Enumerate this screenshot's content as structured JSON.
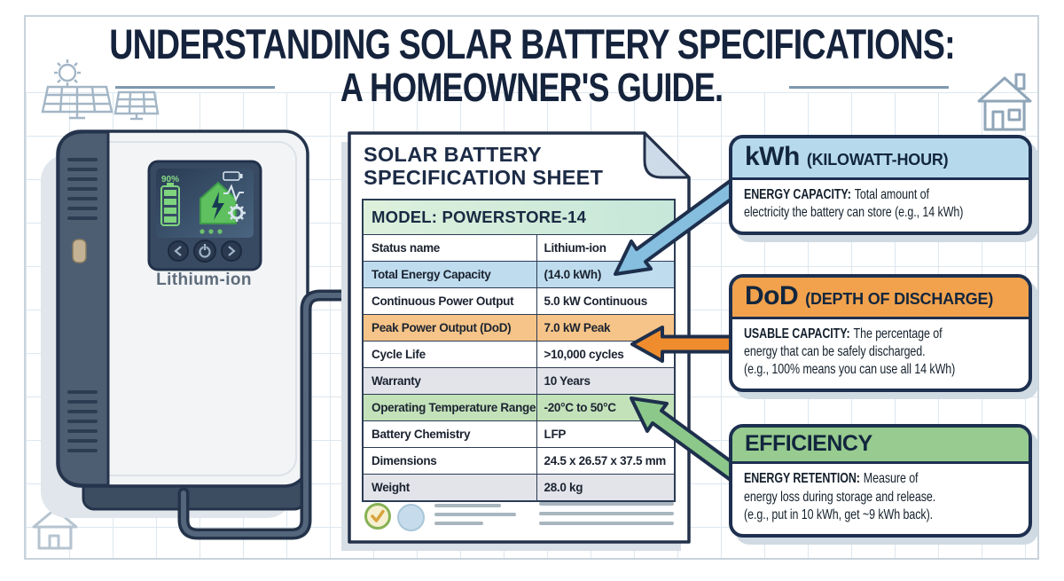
{
  "title": {
    "line1": "UNDERSTANDING SOLAR BATTERY SPECIFICATIONS:",
    "line2": "A HOMEOWNER'S GUIDE."
  },
  "battery": {
    "label": "Lithium-ion",
    "screen_percent": "90%"
  },
  "sheet": {
    "title_line1": "SOLAR BATTERY",
    "title_line2": "SPECIFICATION SHEET",
    "model_header": "MODEL: POWERSTORE-14",
    "rows": [
      {
        "label": "Status name",
        "value": "Lithium-ion",
        "highlight": "none"
      },
      {
        "label": "Total Energy Capacity",
        "value": "(14.0 kWh)",
        "highlight": "blue"
      },
      {
        "label": "Continuous Power Output",
        "value": "5.0 kW Continuous",
        "highlight": "none"
      },
      {
        "label": "Peak Power Output (DoD)",
        "value": "7.0 kW Peak",
        "highlight": "orange"
      },
      {
        "label": "Cycle Life",
        "value": ">10,000 cycles",
        "highlight": "none"
      },
      {
        "label": "Warranty",
        "value": "10 Years",
        "highlight": "gray"
      },
      {
        "label": "Operating Temperature Range",
        "value": "-20°C to 50°C",
        "highlight": "green"
      },
      {
        "label": "Battery Chemistry",
        "value": "LFP",
        "highlight": "none"
      },
      {
        "label": "Dimensions",
        "value": "24.5 x 26.57 x 37.5 mm",
        "highlight": "none"
      },
      {
        "label": "Weight",
        "value": "28.0 kg",
        "highlight": "gray"
      }
    ]
  },
  "callouts": [
    {
      "term": "kWh",
      "detail": "(KILOWATT-HOUR)",
      "lead": "ENERGY CAPACITY:",
      "lines": [
        "Total amount of",
        "electricity the battery can store (e.g., 14 kWh)"
      ],
      "header_color": "#b7d9ec",
      "arrow_color": "#85bede"
    },
    {
      "term": "DoD",
      "detail": "(DEPTH OF DISCHARGE)",
      "lead": "USABLE CAPACITY:",
      "lines": [
        "The percentage of",
        "energy that can be safely discharged.",
        "(e.g., 100% means you can use all 14 kWh)"
      ],
      "header_color": "#f2a24c",
      "arrow_color": "#ef8c2e"
    },
    {
      "term": "EFFICIENCY",
      "detail": "",
      "lead": "ENERGY RETENTION:",
      "lines": [
        "Measure of",
        "energy loss during storage and release.",
        "(e.g., put in 10 kWh, get ~9 kWh back)."
      ],
      "header_color": "#97cb8f",
      "arrow_color": "#8cc88a"
    }
  ],
  "colors": {
    "title_navy": "#15233c",
    "outline_navy": "#1d3050",
    "row_blue": "#bedcee",
    "row_orange": "#f6c488",
    "row_green": "#c3e2ba",
    "row_gray": "#e2e4ea",
    "model_green": "#ddf0dc",
    "grid_line": "#dde7ef",
    "battery_panel": "#4d5e73",
    "screen_green": "#7fd47f"
  }
}
